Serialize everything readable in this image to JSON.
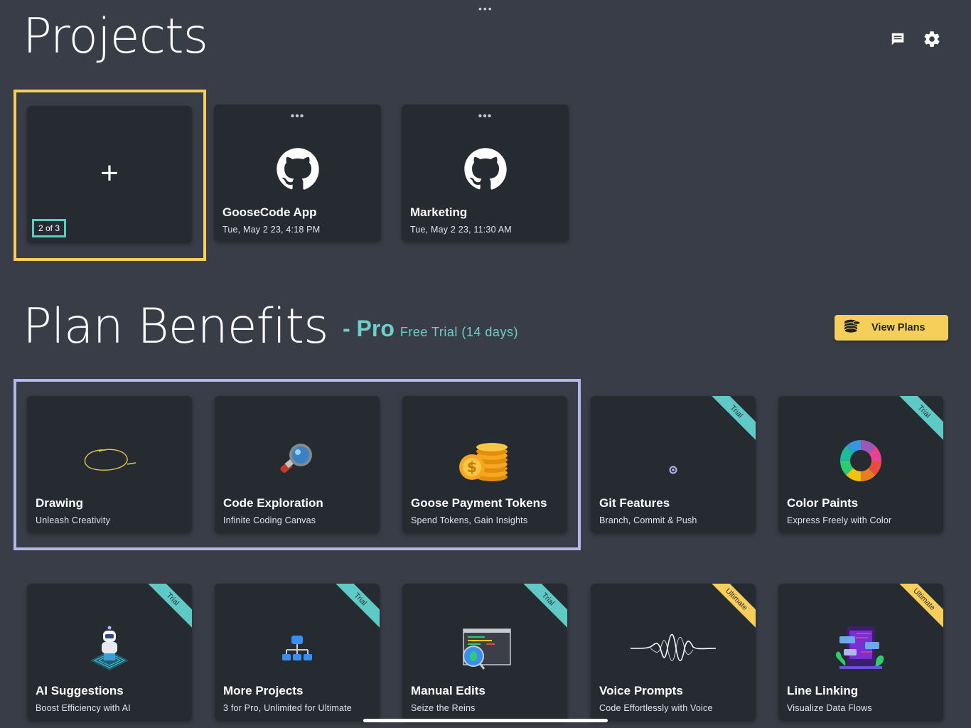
{
  "header": {
    "title": "Projects",
    "icons": [
      "chat-icon",
      "gear-icon"
    ]
  },
  "projects": {
    "new_card": {
      "icon": "+",
      "count_badge": "2 of 3"
    },
    "items": [
      {
        "name": "GooseCode App",
        "date": "Tue, May 2 23, 4:18 PM",
        "icon": "github-icon"
      },
      {
        "name": "Marketing",
        "date": "Tue, May 2 23, 11:30 AM",
        "icon": "github-icon"
      }
    ]
  },
  "benefits": {
    "title": "Plan Benefits",
    "plan_name": "- Pro",
    "plan_trial": "Free Trial (14 days)",
    "view_plans_label": "View Plans",
    "cards": [
      {
        "title": "Drawing",
        "subtitle": "Unleash Creativity",
        "icon": "scribble-icon",
        "ribbon": ""
      },
      {
        "title": "Code Exploration",
        "subtitle": "Infinite Coding Canvas",
        "icon": "magnifier-icon",
        "ribbon": ""
      },
      {
        "title": "Goose Payment Tokens",
        "subtitle": "Spend Tokens, Gain Insights",
        "icon": "coins-icon",
        "ribbon": ""
      },
      {
        "title": "Git Features",
        "subtitle": "Branch, Commit & Push",
        "icon": "git-icon",
        "ribbon": "Trial"
      },
      {
        "title": "Color Paints",
        "subtitle": "Express Freely with Color",
        "icon": "color-wheel-icon",
        "ribbon": "Trial"
      },
      {
        "title": "AI Suggestions",
        "subtitle": "Boost Efficiency with AI",
        "icon": "robot-icon",
        "ribbon": "Trial"
      },
      {
        "title": "More Projects",
        "subtitle": "3 for Pro, Unlimited for Ultimate",
        "icon": "hierarchy-icon",
        "ribbon": "Trial"
      },
      {
        "title": "Manual Edits",
        "subtitle": "Seize the Reins",
        "icon": "bug-inspect-icon",
        "ribbon": "Trial"
      },
      {
        "title": "Voice Prompts",
        "subtitle": "Code Effortlessly with Voice",
        "icon": "waveform-icon",
        "ribbon": "Ultimate"
      },
      {
        "title": "Line Linking",
        "subtitle": "Visualize Data Flows",
        "icon": "data-flow-icon",
        "ribbon": "Ultimate"
      }
    ]
  },
  "colors": {
    "background": "#393d47",
    "card": "#262a31",
    "accent_teal": "#5fc9c5",
    "accent_yellow": "#f6ce5a",
    "highlight_purple": "#b2b8ee"
  }
}
